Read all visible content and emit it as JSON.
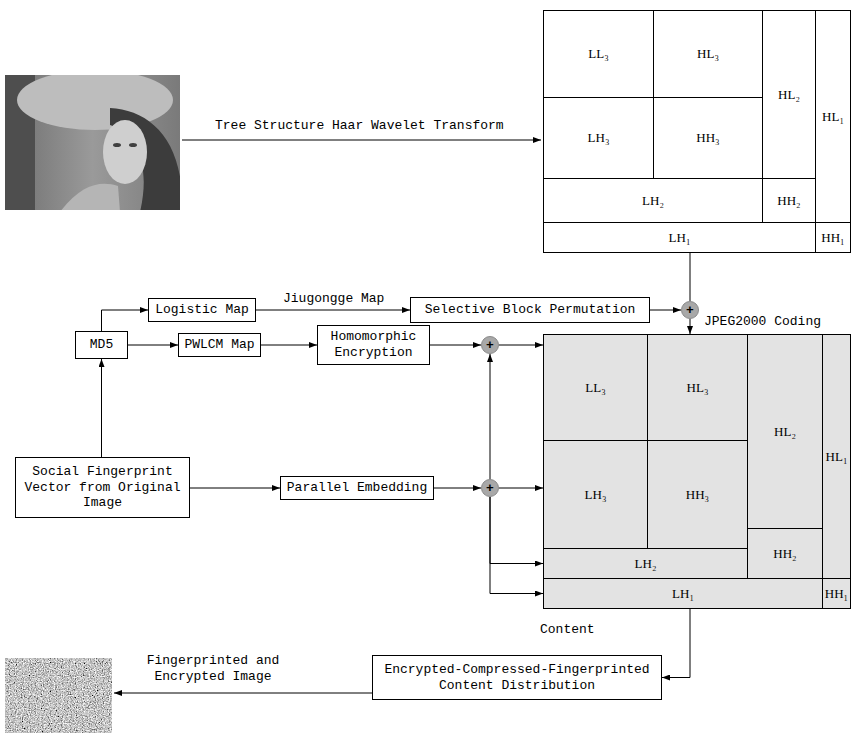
{
  "diagram": {
    "nodes": [
      {
        "text": [
          "LL₃"
        ]
      },
      {
        "text": [
          "HL₃"
        ]
      },
      {
        "text": [
          "HL₂"
        ]
      },
      {
        "text": [
          "HL₁"
        ]
      },
      {
        "text": [
          "LH₃"
        ]
      },
      {
        "text": [
          "HH₃"
        ]
      },
      {
        "text": [
          "LH₂"
        ]
      },
      {
        "text": [
          "HH₂"
        ]
      },
      {
        "text": [
          "LH₁"
        ]
      },
      {
        "text": [
          "HH₁"
        ]
      },
      {
        "text": [
          "Logistic Map"
        ]
      },
      {
        "text": [
          "Selective Block Permutation"
        ]
      },
      {
        "text": [
          "+"
        ]
      },
      {
        "text": [
          "MD5"
        ]
      },
      {
        "text": [
          "PWLCM Map"
        ]
      },
      {
        "text": [
          "Homomorphic Encryption"
        ]
      },
      {
        "text": [
          "+"
        ]
      },
      {
        "text": [
          "LL₃"
        ]
      },
      {
        "text": [
          "HL₃"
        ]
      },
      {
        "text": [
          "HL₂"
        ]
      },
      {
        "text": [
          "HL₁"
        ]
      },
      {
        "text": [
          "LH₃"
        ]
      },
      {
        "text": [
          "HH₃"
        ]
      },
      {
        "text": [
          "HH₂"
        ]
      },
      {
        "text": [
          "LH₂"
        ]
      },
      {
        "text": [
          "LH₁"
        ]
      },
      {
        "text": [
          "HH₁"
        ]
      },
      {
        "text": [
          "Social Fingerprint Vector from Original Image"
        ]
      },
      {
        "text": [
          "Parallel Embedding"
        ]
      },
      {
        "text": [
          "+"
        ]
      },
      {
        "text": [
          "Encrypted-Compressed-Fingerprinted Content Distribution"
        ]
      }
    ],
    "edges": [
      {
        "from": 27,
        "to": 13,
        "arrow": "to"
      },
      {
        "from": 13,
        "to": 10,
        "arrow": "to"
      },
      {
        "from": 10,
        "to": 11,
        "label": "Jiugongge Map",
        "arrow": "to"
      },
      {
        "from": 11,
        "to": 12,
        "arrow": "to"
      },
      {
        "from": 8,
        "to": 12,
        "arrow": "none"
      },
      {
        "from": 12,
        "to": 18,
        "label": "JPEG2000 Coding",
        "arrow": "to"
      },
      {
        "from": 13,
        "to": 14,
        "arrow": "to"
      },
      {
        "from": 14,
        "to": 15,
        "arrow": "to"
      },
      {
        "from": 15,
        "to": 16,
        "arrow": "to"
      },
      {
        "from": 16,
        "to": 17,
        "arrow": "to"
      },
      {
        "from": 27,
        "to": 28,
        "arrow": "to"
      },
      {
        "from": 28,
        "to": 29,
        "arrow": "to"
      },
      {
        "from": 29,
        "to": 16,
        "arrow": "to"
      },
      {
        "from": 29,
        "to": 21,
        "arrow": "to"
      },
      {
        "from": 29,
        "to": 24,
        "arrow": "to"
      },
      {
        "from": 29,
        "to": 25,
        "arrow": "to"
      },
      {
        "from": 25,
        "to": 30,
        "arrow": "to"
      }
    ],
    "labels": [
      "Tree Structure Haar Wavelet Transform",
      "Content",
      "Fingerprinted and Encrypted Image"
    ]
  }
}
